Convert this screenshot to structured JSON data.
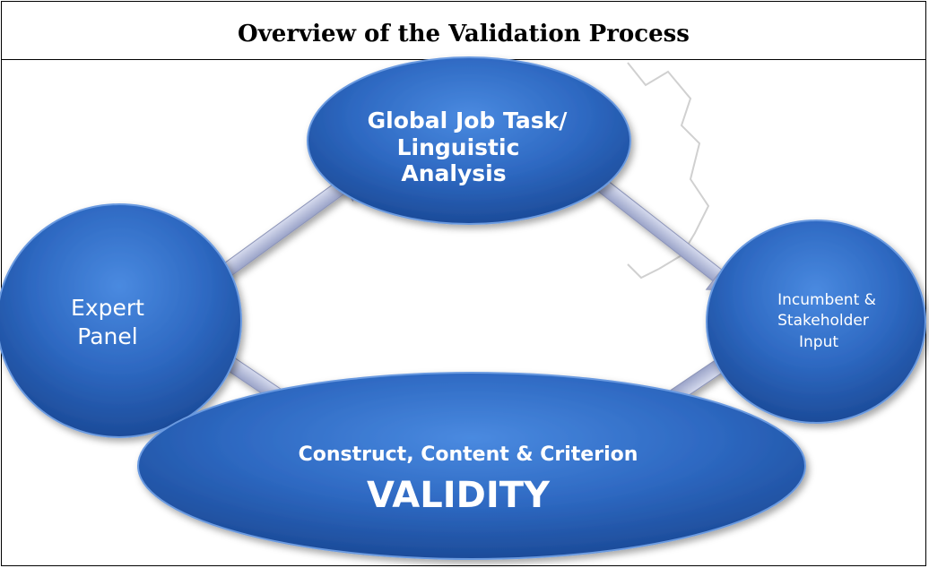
{
  "title": "Overview of the Validation Process",
  "colors": {
    "node_fill_dark": "#1f4f9c",
    "node_fill_light": "#3d7ed6",
    "arrow_fill": "#b8bfd9",
    "background_sketch": "#d8d8d8"
  },
  "nodes": {
    "global": {
      "lines": [
        "Global Job Task/",
        "Linguistic",
        "Analysis"
      ]
    },
    "expert": {
      "lines": [
        "Expert",
        "Panel"
      ]
    },
    "incumbent": {
      "lines": [
        "Incumbent &",
        "Stakeholder",
        "Input"
      ]
    },
    "validity": {
      "subtitle": "Construct, Content & Criterion",
      "label": "VALIDITY"
    }
  }
}
